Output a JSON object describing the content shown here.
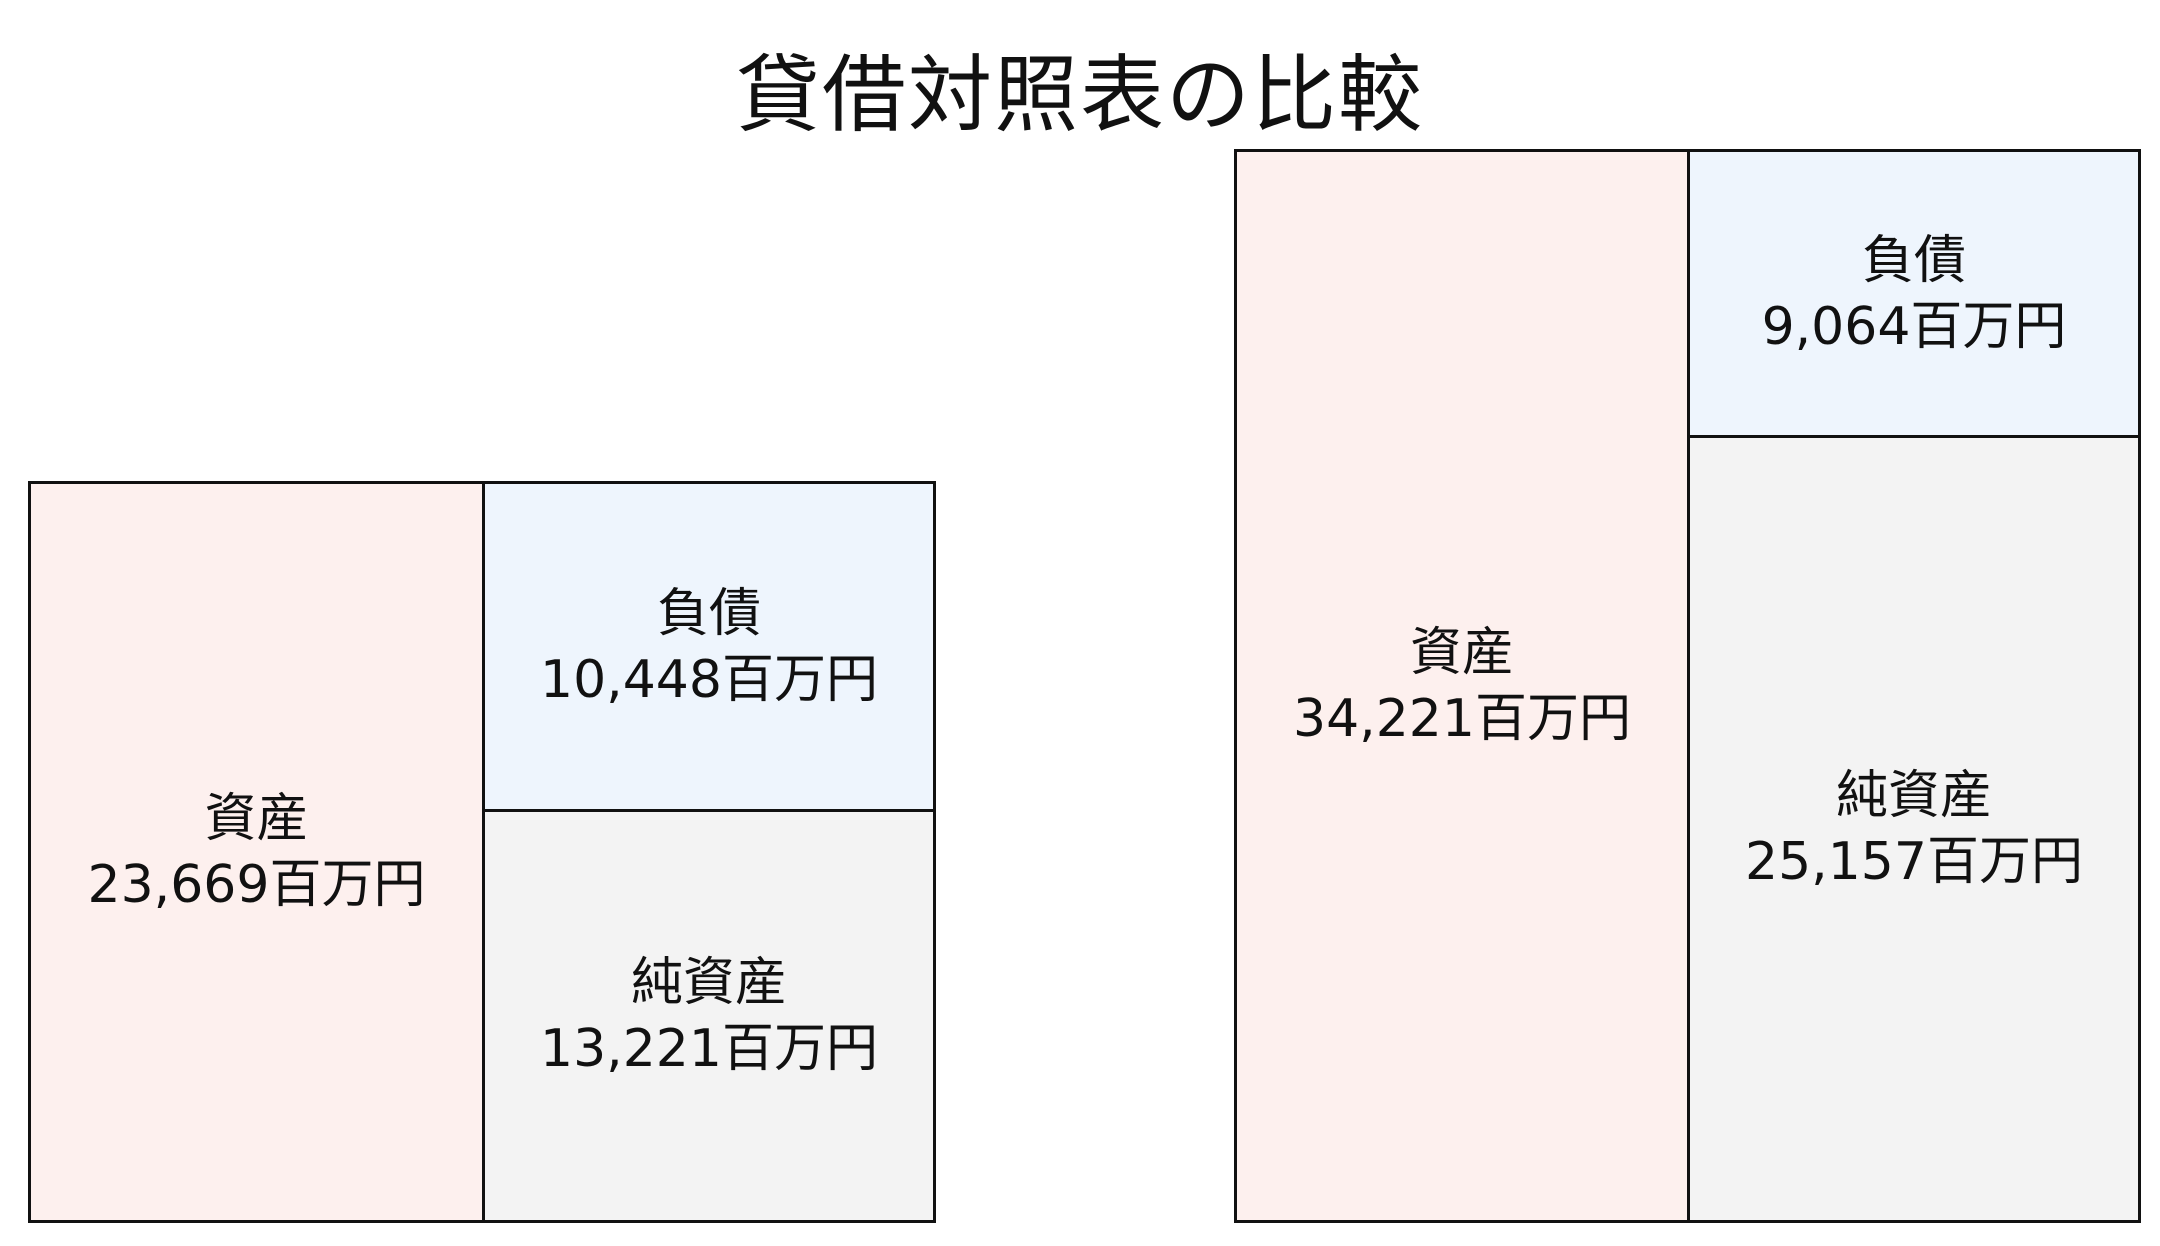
{
  "title": "貸借対照表の比較",
  "balance_sheets": [
    {
      "assets": {
        "label": "資産",
        "value": "23,669百万円"
      },
      "liabilities": {
        "label": "負債",
        "value": "10,448百万円"
      },
      "net_assets": {
        "label": "純資産",
        "value": "13,221百万円"
      }
    },
    {
      "assets": {
        "label": "資産",
        "value": "34,221百万円"
      },
      "liabilities": {
        "label": "負債",
        "value": "9,064百万円"
      },
      "net_assets": {
        "label": "純資産",
        "value": "25,157百万円"
      }
    }
  ],
  "colors": {
    "assets_fill": "#fdf0ee",
    "liabilities_fill": "#eef5fd",
    "net_assets_fill": "#f3f3f3",
    "border": "#111111"
  }
}
